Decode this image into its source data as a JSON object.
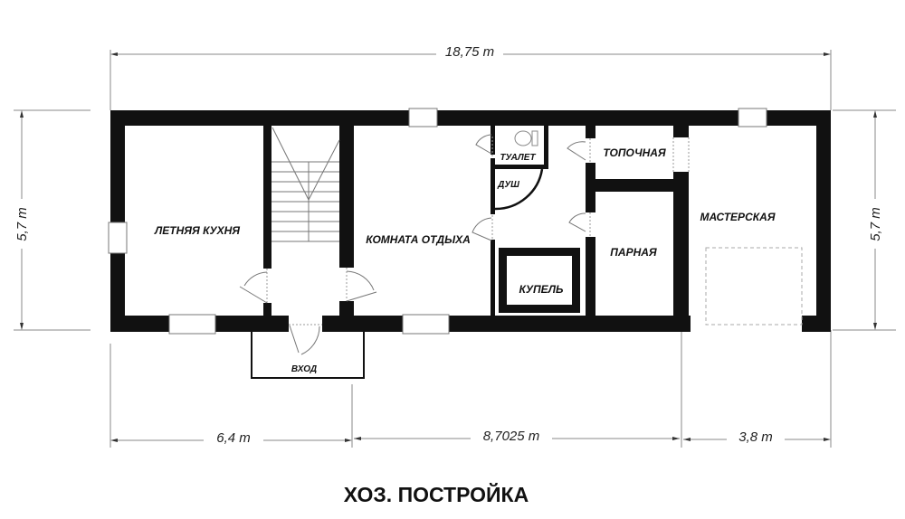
{
  "title": "ХОЗ. ПОСТРОЙКА",
  "dimensions": {
    "total_width": "18,75 m",
    "height_left": "5,7 m",
    "height_right": "5,7 m",
    "segment_1": "6,4 m",
    "segment_2": "8,7025 m",
    "segment_3": "3,8 m"
  },
  "rooms": {
    "summer_kitchen": "ЛЕТНЯЯ КУХНЯ",
    "rest_room": "КОМНАТА ОТДЫХА",
    "toilet": "ТУАЛЕТ",
    "shower": "ДУШ",
    "plunge_pool": "КУПЕЛЬ",
    "furnace_room": "ТОПОЧНАЯ",
    "steam_room": "ПАРНАЯ",
    "workshop": "МАСТЕРСКАЯ",
    "entrance": "ВХОД"
  },
  "colors": {
    "wall": "#111111",
    "background": "#ffffff",
    "dimension_line": "#888888"
  }
}
